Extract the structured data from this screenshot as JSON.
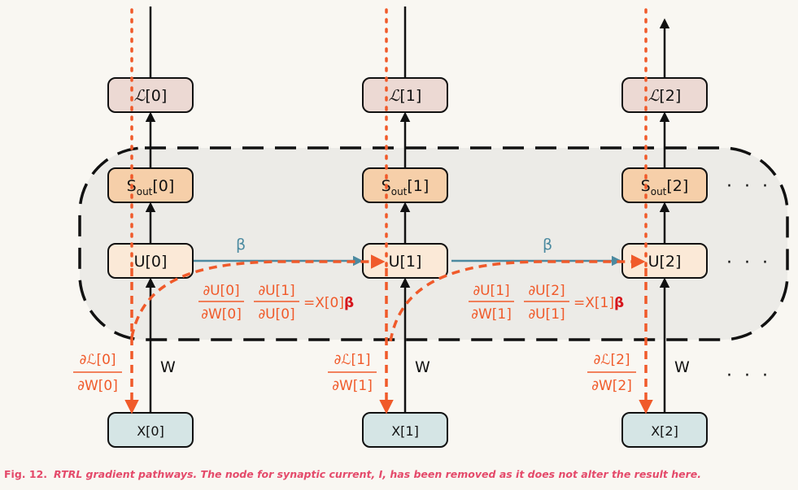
{
  "figure": {
    "label": "Fig. 12.",
    "caption": "RTRL gradient pathways. The node for synaptic current, I, has been removed as it does not alter the result here."
  },
  "colors": {
    "loss_fill": "#ecd9d3",
    "spike_fill": "#f6cfa9",
    "membrane_fill": "#fbe9d7",
    "input_fill": "#d5e5e5",
    "gradient": "#f05a2a",
    "beta_arrow": "#4b8aa0",
    "caption": "#e44a6a"
  },
  "steps": [
    {
      "loss": {
        "symbol": "ℒ",
        "index": "[0]"
      },
      "spike": {
        "base": "S",
        "sub": "out",
        "index": "[0]"
      },
      "membrane": "U[0]",
      "input": "X[0]",
      "weight": "W",
      "loss_grad": {
        "num": "∂ℒ[0]",
        "den": "∂W[0]"
      }
    },
    {
      "loss": {
        "symbol": "ℒ",
        "index": "[1]"
      },
      "spike": {
        "base": "S",
        "sub": "out",
        "index": "[1]"
      },
      "membrane": "U[1]",
      "input": "X[1]",
      "weight": "W",
      "loss_grad": {
        "num": "∂ℒ[1]",
        "den": "∂W[1]"
      }
    },
    {
      "loss": {
        "symbol": "ℒ",
        "index": "[2]"
      },
      "spike": {
        "base": "S",
        "sub": "out",
        "index": "[2]"
      },
      "membrane": "U[2]",
      "input": "X[2]",
      "weight": "W",
      "loss_grad": {
        "num": "∂ℒ[2]",
        "den": "∂W[2]"
      }
    }
  ],
  "transitions": [
    {
      "beta": "β",
      "frac1": {
        "num": "∂U[0]",
        "den": "∂W[0]"
      },
      "frac2": {
        "num": "∂U[1]",
        "den": "∂U[0]"
      },
      "result_prefix": "=X[0]",
      "result_beta": "β"
    },
    {
      "beta": "β",
      "frac1": {
        "num": "∂U[1]",
        "den": "∂W[1]"
      },
      "frac2": {
        "num": "∂U[2]",
        "den": "∂U[1]"
      },
      "result_prefix": "=X[1]",
      "result_beta": "β"
    }
  ],
  "ellipsis": "· · ·"
}
